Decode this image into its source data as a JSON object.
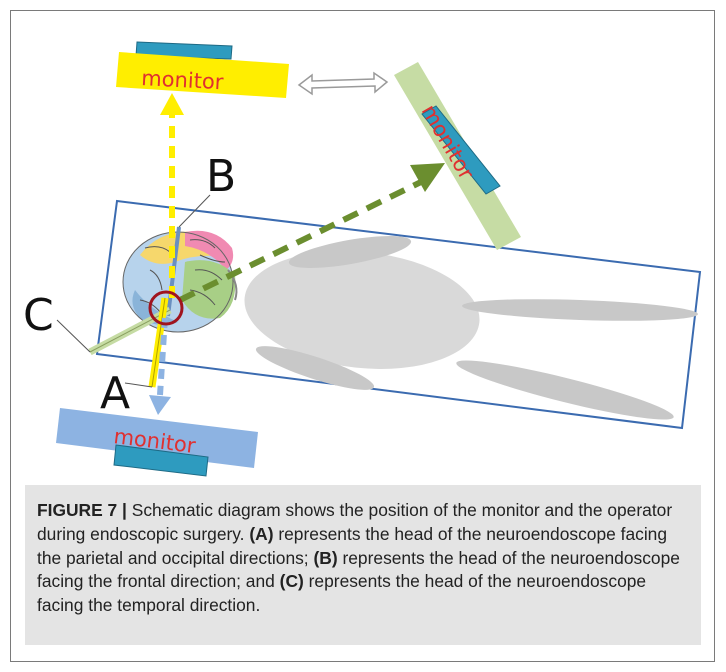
{
  "diagram": {
    "monitor_label": "monitor",
    "letters": {
      "a": "A",
      "b": "B",
      "c": "C"
    }
  },
  "caption": {
    "figure_label": "FIGURE 7 |",
    "text_1": " Schematic diagram shows the position of the monitor and the operator during endoscopic surgery. ",
    "ref_a": "(A)",
    "text_2": " represents the head of the neuroendoscope facing the parietal and occipital directions; ",
    "ref_b": "(B)",
    "text_3": " represents the head of the neuroendoscope facing the frontal direction; and ",
    "ref_c": "(C)",
    "text_4": " represents the head of the neuroendoscope facing the temporal direction."
  },
  "colors": {
    "yellow": "#ffee00",
    "green": "#c6dca4",
    "blue_monitor": "#8db3e2",
    "screen": "#2e9bbf",
    "table_border": "#3b6bb0",
    "arrow_green": "#6b8e2f",
    "circle_red": "#a0141e"
  }
}
